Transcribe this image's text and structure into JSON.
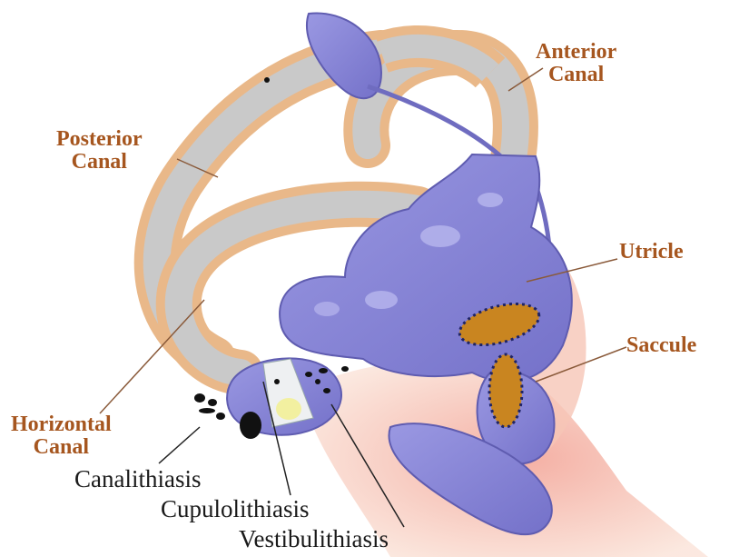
{
  "labels": {
    "anterior_canal": [
      "Anterior",
      "Canal"
    ],
    "posterior_canal": [
      "Posterior",
      "Canal"
    ],
    "utricle": "Utricle",
    "saccule": "Saccule",
    "horizontal_canal": [
      "Horizontal",
      "Canal"
    ],
    "canalithiasis": "Canalithiasis",
    "cupulolithiasis": "Cupulolithiasis",
    "vestibulithiasis": "Vestibulithiasis"
  },
  "colors": {
    "canal_outer": "#e9b889",
    "canal_inner": "#c9c9c9",
    "vestibule": "#8a88d8",
    "vestibule_shadow": "#6f6cc0",
    "macula": "#c98520",
    "background_tissue": "#f7d2c2",
    "label_brown": "#a6561f",
    "label_dark": "#1a1a1a"
  }
}
